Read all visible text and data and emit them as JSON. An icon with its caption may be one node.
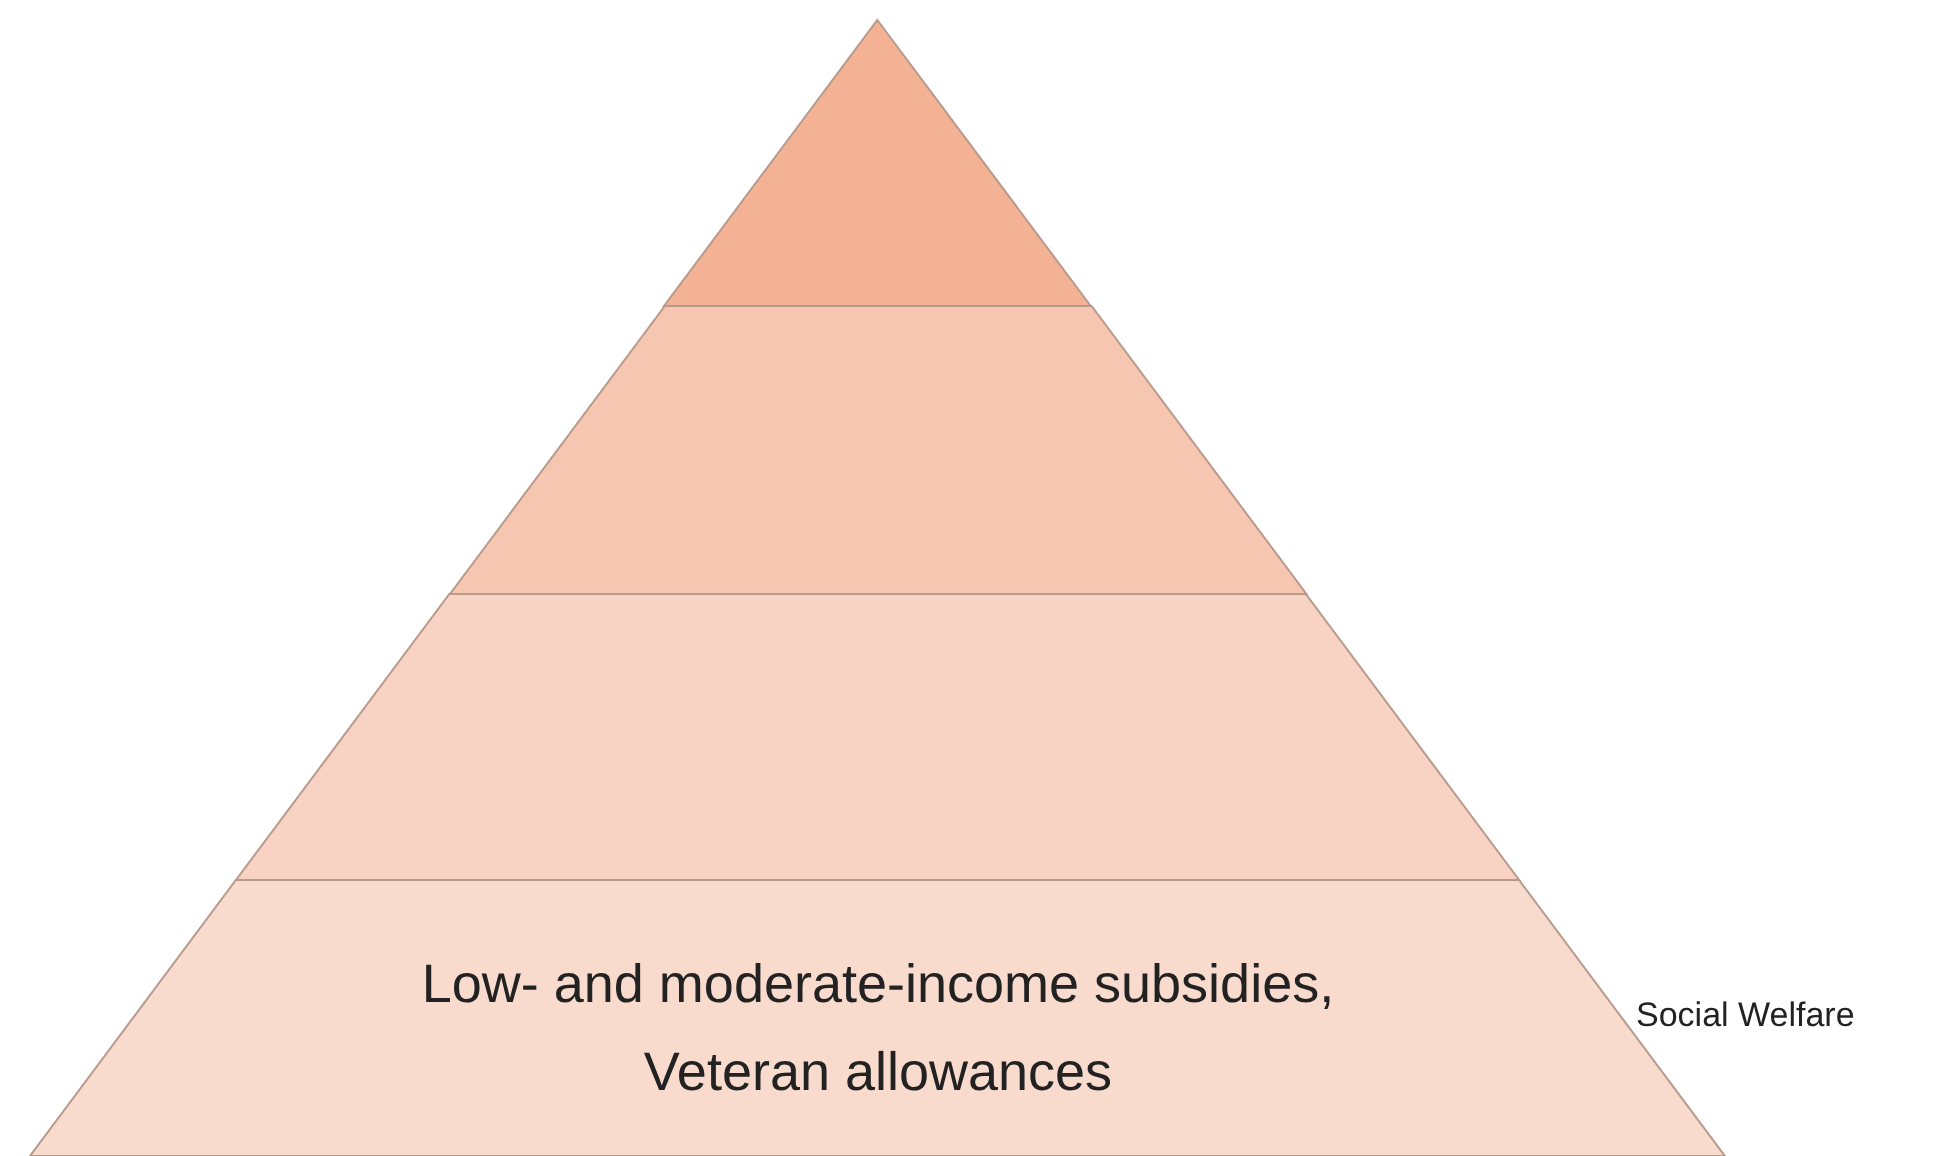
{
  "diagram": {
    "nodes": [
      {
        "text": [],
        "shape": "triangle"
      },
      {
        "text": [],
        "shape": "band"
      },
      {
        "text": [],
        "shape": "band"
      },
      {
        "text": [
          "Low- and moderate-income subsidies, Veteran allowances"
        ],
        "beside": [
          "Social Welfare"
        ]
      }
    ],
    "edges": []
  }
}
